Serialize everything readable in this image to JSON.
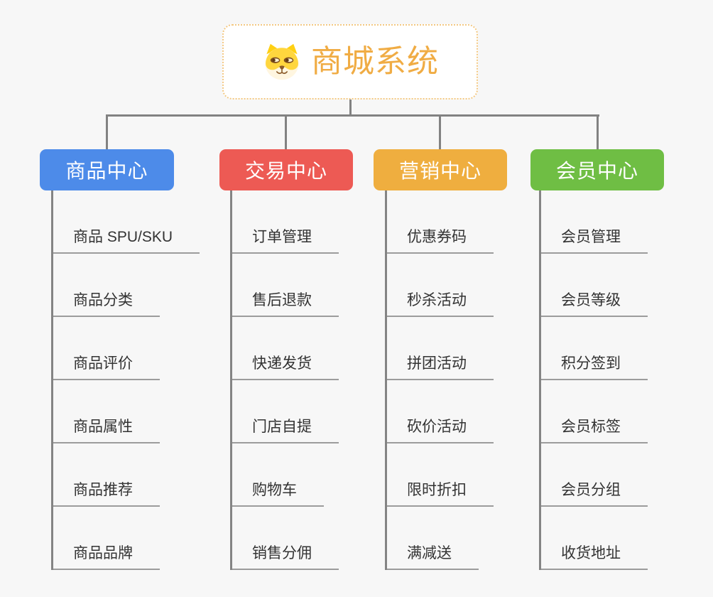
{
  "root": {
    "title": "商城系统",
    "icon": "dog-face-icon"
  },
  "branches": [
    {
      "label": "商品中心",
      "color": "#4D8BE9",
      "children": [
        "商品 SPU/SKU",
        "商品分类",
        "商品评价",
        "商品属性",
        "商品推荐",
        "商品品牌"
      ]
    },
    {
      "label": "交易中心",
      "color": "#ED5A54",
      "children": [
        "订单管理",
        "售后退款",
        "快递发货",
        "门店自提",
        "购物车",
        "销售分佣"
      ]
    },
    {
      "label": "营销中心",
      "color": "#EFAE3F",
      "children": [
        "优惠券码",
        "秒杀活动",
        "拼团活动",
        "砍价活动",
        "限时折扣",
        "满减送"
      ]
    },
    {
      "label": "会员中心",
      "color": "#6FBE44",
      "children": [
        "会员管理",
        "会员等级",
        "积分签到",
        "会员标签",
        "会员分组",
        "收货地址"
      ]
    }
  ],
  "colors": {
    "background": "#F7F7F7",
    "connector_line": "#828282",
    "leaf_underline": "#9C9C9C",
    "leaf_text": "#333333",
    "root_text": "#F0AC44",
    "root_border": "#F3C882",
    "dog_yellow": "#FFD63E",
    "dog_cream": "#FFF6E0",
    "dog_brown": "#8A5A28"
  }
}
